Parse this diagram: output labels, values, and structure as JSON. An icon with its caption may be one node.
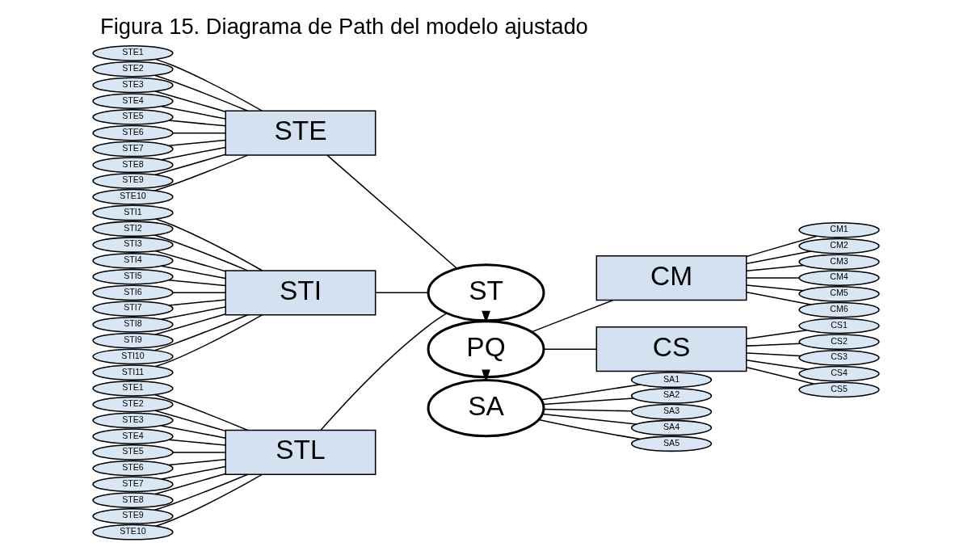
{
  "diagram": {
    "title": "Figura 15. Diagrama de Path del modelo ajustado",
    "nodes": [
      {
        "text": [
          "ST"
        ]
      },
      {
        "text": [
          "PQ"
        ]
      },
      {
        "text": [
          "SA"
        ]
      },
      {
        "text": [
          "STE"
        ]
      },
      {
        "text": [
          "STI"
        ]
      },
      {
        "text": [
          "STL"
        ]
      },
      {
        "text": [
          "CM"
        ]
      },
      {
        "text": [
          "CS"
        ]
      },
      {
        "text": [
          "STE1"
        ]
      },
      {
        "text": [
          "STE2"
        ]
      },
      {
        "text": [
          "STE3"
        ]
      },
      {
        "text": [
          "STE4"
        ]
      },
      {
        "text": [
          "STE5"
        ]
      },
      {
        "text": [
          "STE6"
        ]
      },
      {
        "text": [
          "STE7"
        ]
      },
      {
        "text": [
          "STE8"
        ]
      },
      {
        "text": [
          "STE9"
        ]
      },
      {
        "text": [
          "STE10"
        ]
      },
      {
        "text": [
          "STI1"
        ]
      },
      {
        "text": [
          "STI2"
        ]
      },
      {
        "text": [
          "STI3"
        ]
      },
      {
        "text": [
          "STI4"
        ]
      },
      {
        "text": [
          "STI5"
        ]
      },
      {
        "text": [
          "STI6"
        ]
      },
      {
        "text": [
          "STI7"
        ]
      },
      {
        "text": [
          "STI8"
        ]
      },
      {
        "text": [
          "STI9"
        ]
      },
      {
        "text": [
          "STI10"
        ]
      },
      {
        "text": [
          "STI11"
        ]
      },
      {
        "text": [
          "STE1"
        ]
      },
      {
        "text": [
          "STE2"
        ]
      },
      {
        "text": [
          "STE3"
        ]
      },
      {
        "text": [
          "STE4"
        ]
      },
      {
        "text": [
          "STE5"
        ]
      },
      {
        "text": [
          "STE6"
        ]
      },
      {
        "text": [
          "STE7"
        ]
      },
      {
        "text": [
          "STE8"
        ]
      },
      {
        "text": [
          "STE9"
        ]
      },
      {
        "text": [
          "STE10"
        ]
      },
      {
        "text": [
          "CM1"
        ]
      },
      {
        "text": [
          "CM2"
        ]
      },
      {
        "text": [
          "CM3"
        ]
      },
      {
        "text": [
          "CM4"
        ]
      },
      {
        "text": [
          "CM5"
        ]
      },
      {
        "text": [
          "CM6"
        ]
      },
      {
        "text": [
          "CS1"
        ]
      },
      {
        "text": [
          "CS2"
        ]
      },
      {
        "text": [
          "CS3"
        ]
      },
      {
        "text": [
          "CS4"
        ]
      },
      {
        "text": [
          "CS5"
        ]
      },
      {
        "text": [
          "SA1"
        ]
      },
      {
        "text": [
          "SA2"
        ]
      },
      {
        "text": [
          "SA3"
        ]
      },
      {
        "text": [
          "SA4"
        ]
      },
      {
        "text": [
          "SA5"
        ]
      }
    ],
    "edges": [
      {
        "from": 3,
        "to": 0,
        "arrow": "none"
      },
      {
        "from": 4,
        "to": 0,
        "arrow": "none"
      },
      {
        "from": 5,
        "to": 0,
        "arrow": "none"
      },
      {
        "from": 0,
        "to": 1,
        "arrow": "to"
      },
      {
        "from": 1,
        "to": 2,
        "arrow": "to"
      },
      {
        "from": 1,
        "to": 6,
        "arrow": "none"
      },
      {
        "from": 1,
        "to": 7,
        "arrow": "none"
      },
      {
        "from": 8,
        "to": 3,
        "arrow": "none"
      },
      {
        "from": 9,
        "to": 3,
        "arrow": "none"
      },
      {
        "from": 10,
        "to": 3,
        "arrow": "none"
      },
      {
        "from": 11,
        "to": 3,
        "arrow": "none"
      },
      {
        "from": 12,
        "to": 3,
        "arrow": "none"
      },
      {
        "from": 13,
        "to": 3,
        "arrow": "none"
      },
      {
        "from": 14,
        "to": 3,
        "arrow": "none"
      },
      {
        "from": 15,
        "to": 3,
        "arrow": "none"
      },
      {
        "from": 16,
        "to": 3,
        "arrow": "none"
      },
      {
        "from": 17,
        "to": 3,
        "arrow": "none"
      },
      {
        "from": 18,
        "to": 4,
        "arrow": "none"
      },
      {
        "from": 19,
        "to": 4,
        "arrow": "none"
      },
      {
        "from": 20,
        "to": 4,
        "arrow": "none"
      },
      {
        "from": 21,
        "to": 4,
        "arrow": "none"
      },
      {
        "from": 22,
        "to": 4,
        "arrow": "none"
      },
      {
        "from": 23,
        "to": 4,
        "arrow": "none"
      },
      {
        "from": 24,
        "to": 4,
        "arrow": "none"
      },
      {
        "from": 25,
        "to": 4,
        "arrow": "none"
      },
      {
        "from": 26,
        "to": 4,
        "arrow": "none"
      },
      {
        "from": 27,
        "to": 4,
        "arrow": "none"
      },
      {
        "from": 28,
        "to": 4,
        "arrow": "none"
      },
      {
        "from": 29,
        "to": 5,
        "arrow": "none"
      },
      {
        "from": 30,
        "to": 5,
        "arrow": "none"
      },
      {
        "from": 31,
        "to": 5,
        "arrow": "none"
      },
      {
        "from": 32,
        "to": 5,
        "arrow": "none"
      },
      {
        "from": 33,
        "to": 5,
        "arrow": "none"
      },
      {
        "from": 34,
        "to": 5,
        "arrow": "none"
      },
      {
        "from": 35,
        "to": 5,
        "arrow": "none"
      },
      {
        "from": 36,
        "to": 5,
        "arrow": "none"
      },
      {
        "from": 37,
        "to": 5,
        "arrow": "none"
      },
      {
        "from": 38,
        "to": 5,
        "arrow": "none"
      },
      {
        "from": 6,
        "to": 39,
        "arrow": "none"
      },
      {
        "from": 6,
        "to": 40,
        "arrow": "none"
      },
      {
        "from": 6,
        "to": 41,
        "arrow": "none"
      },
      {
        "from": 6,
        "to": 42,
        "arrow": "none"
      },
      {
        "from": 6,
        "to": 43,
        "arrow": "none"
      },
      {
        "from": 6,
        "to": 44,
        "arrow": "none"
      },
      {
        "from": 7,
        "to": 45,
        "arrow": "none"
      },
      {
        "from": 7,
        "to": 46,
        "arrow": "none"
      },
      {
        "from": 7,
        "to": 47,
        "arrow": "none"
      },
      {
        "from": 7,
        "to": 48,
        "arrow": "none"
      },
      {
        "from": 7,
        "to": 49,
        "arrow": "none"
      },
      {
        "from": 2,
        "to": 50,
        "arrow": "none"
      },
      {
        "from": 2,
        "to": 51,
        "arrow": "none"
      },
      {
        "from": 2,
        "to": 52,
        "arrow": "none"
      },
      {
        "from": 2,
        "to": 53,
        "arrow": "none"
      },
      {
        "from": 2,
        "to": 54,
        "arrow": "none"
      }
    ]
  }
}
